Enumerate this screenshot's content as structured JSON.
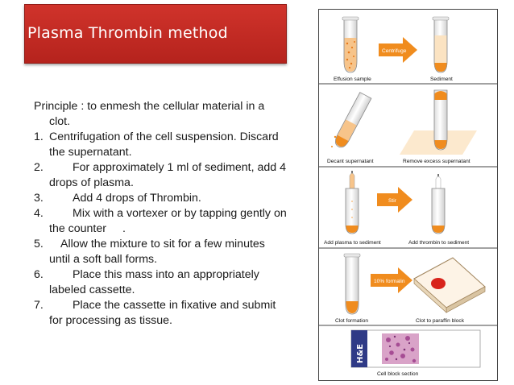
{
  "slide": {
    "title": "Plasma Thrombin method",
    "principle": "Principle : to enmesh the cellular material in a",
    "principle_cont": "clot.",
    "steps": [
      {
        "num": "1.",
        "line1": "Centrifugation of the cell suspension. Discard",
        "line2": "the supernatant."
      },
      {
        "num": "2.",
        "line1": "For approximately 1 ml of sediment, add 4",
        "line2": "drops of plasma."
      },
      {
        "num": "3.",
        "line1": "Add 4 drops of Thrombin."
      },
      {
        "num": "4.",
        "line1": "Mix with a vortexer or by tapping gently on",
        "line2": "the counter",
        "line2_tail": "."
      },
      {
        "num": "5.",
        "line1": "Allow the mixture to sit for a few minutes",
        "line2": "until a soft ball forms."
      },
      {
        "num": "6.",
        "line1": "Place this mass into an appropriately",
        "line2": "labeled cassette."
      },
      {
        "num": "7.",
        "line1": "Place the cassette in fixative and submit",
        "line2": "for processing as tissue."
      }
    ]
  },
  "figure": {
    "labels": {
      "effusion_sample": "Effusion sample",
      "sediment": "Sediment",
      "centrifuge": "Centrifuge",
      "decant_supernatant": "Decant supernatant",
      "remove_excess_supernatant": "Remove excess supernatant",
      "stir": "Stir",
      "add_plasma": "Add plasma to sediment",
      "add_thrombin": "Add thrombin to sediment",
      "formalin": "10% formalin",
      "clot_formation": "Clot formation",
      "clot_to_paraffin": "Clot to paraffin block",
      "he": "H&E",
      "cell_block_section": "Cell block section"
    },
    "colors": {
      "orange": "#f08c1e",
      "light_orange": "#f7c48a",
      "red": "#d8241c",
      "title_red": "#c82a23"
    }
  }
}
